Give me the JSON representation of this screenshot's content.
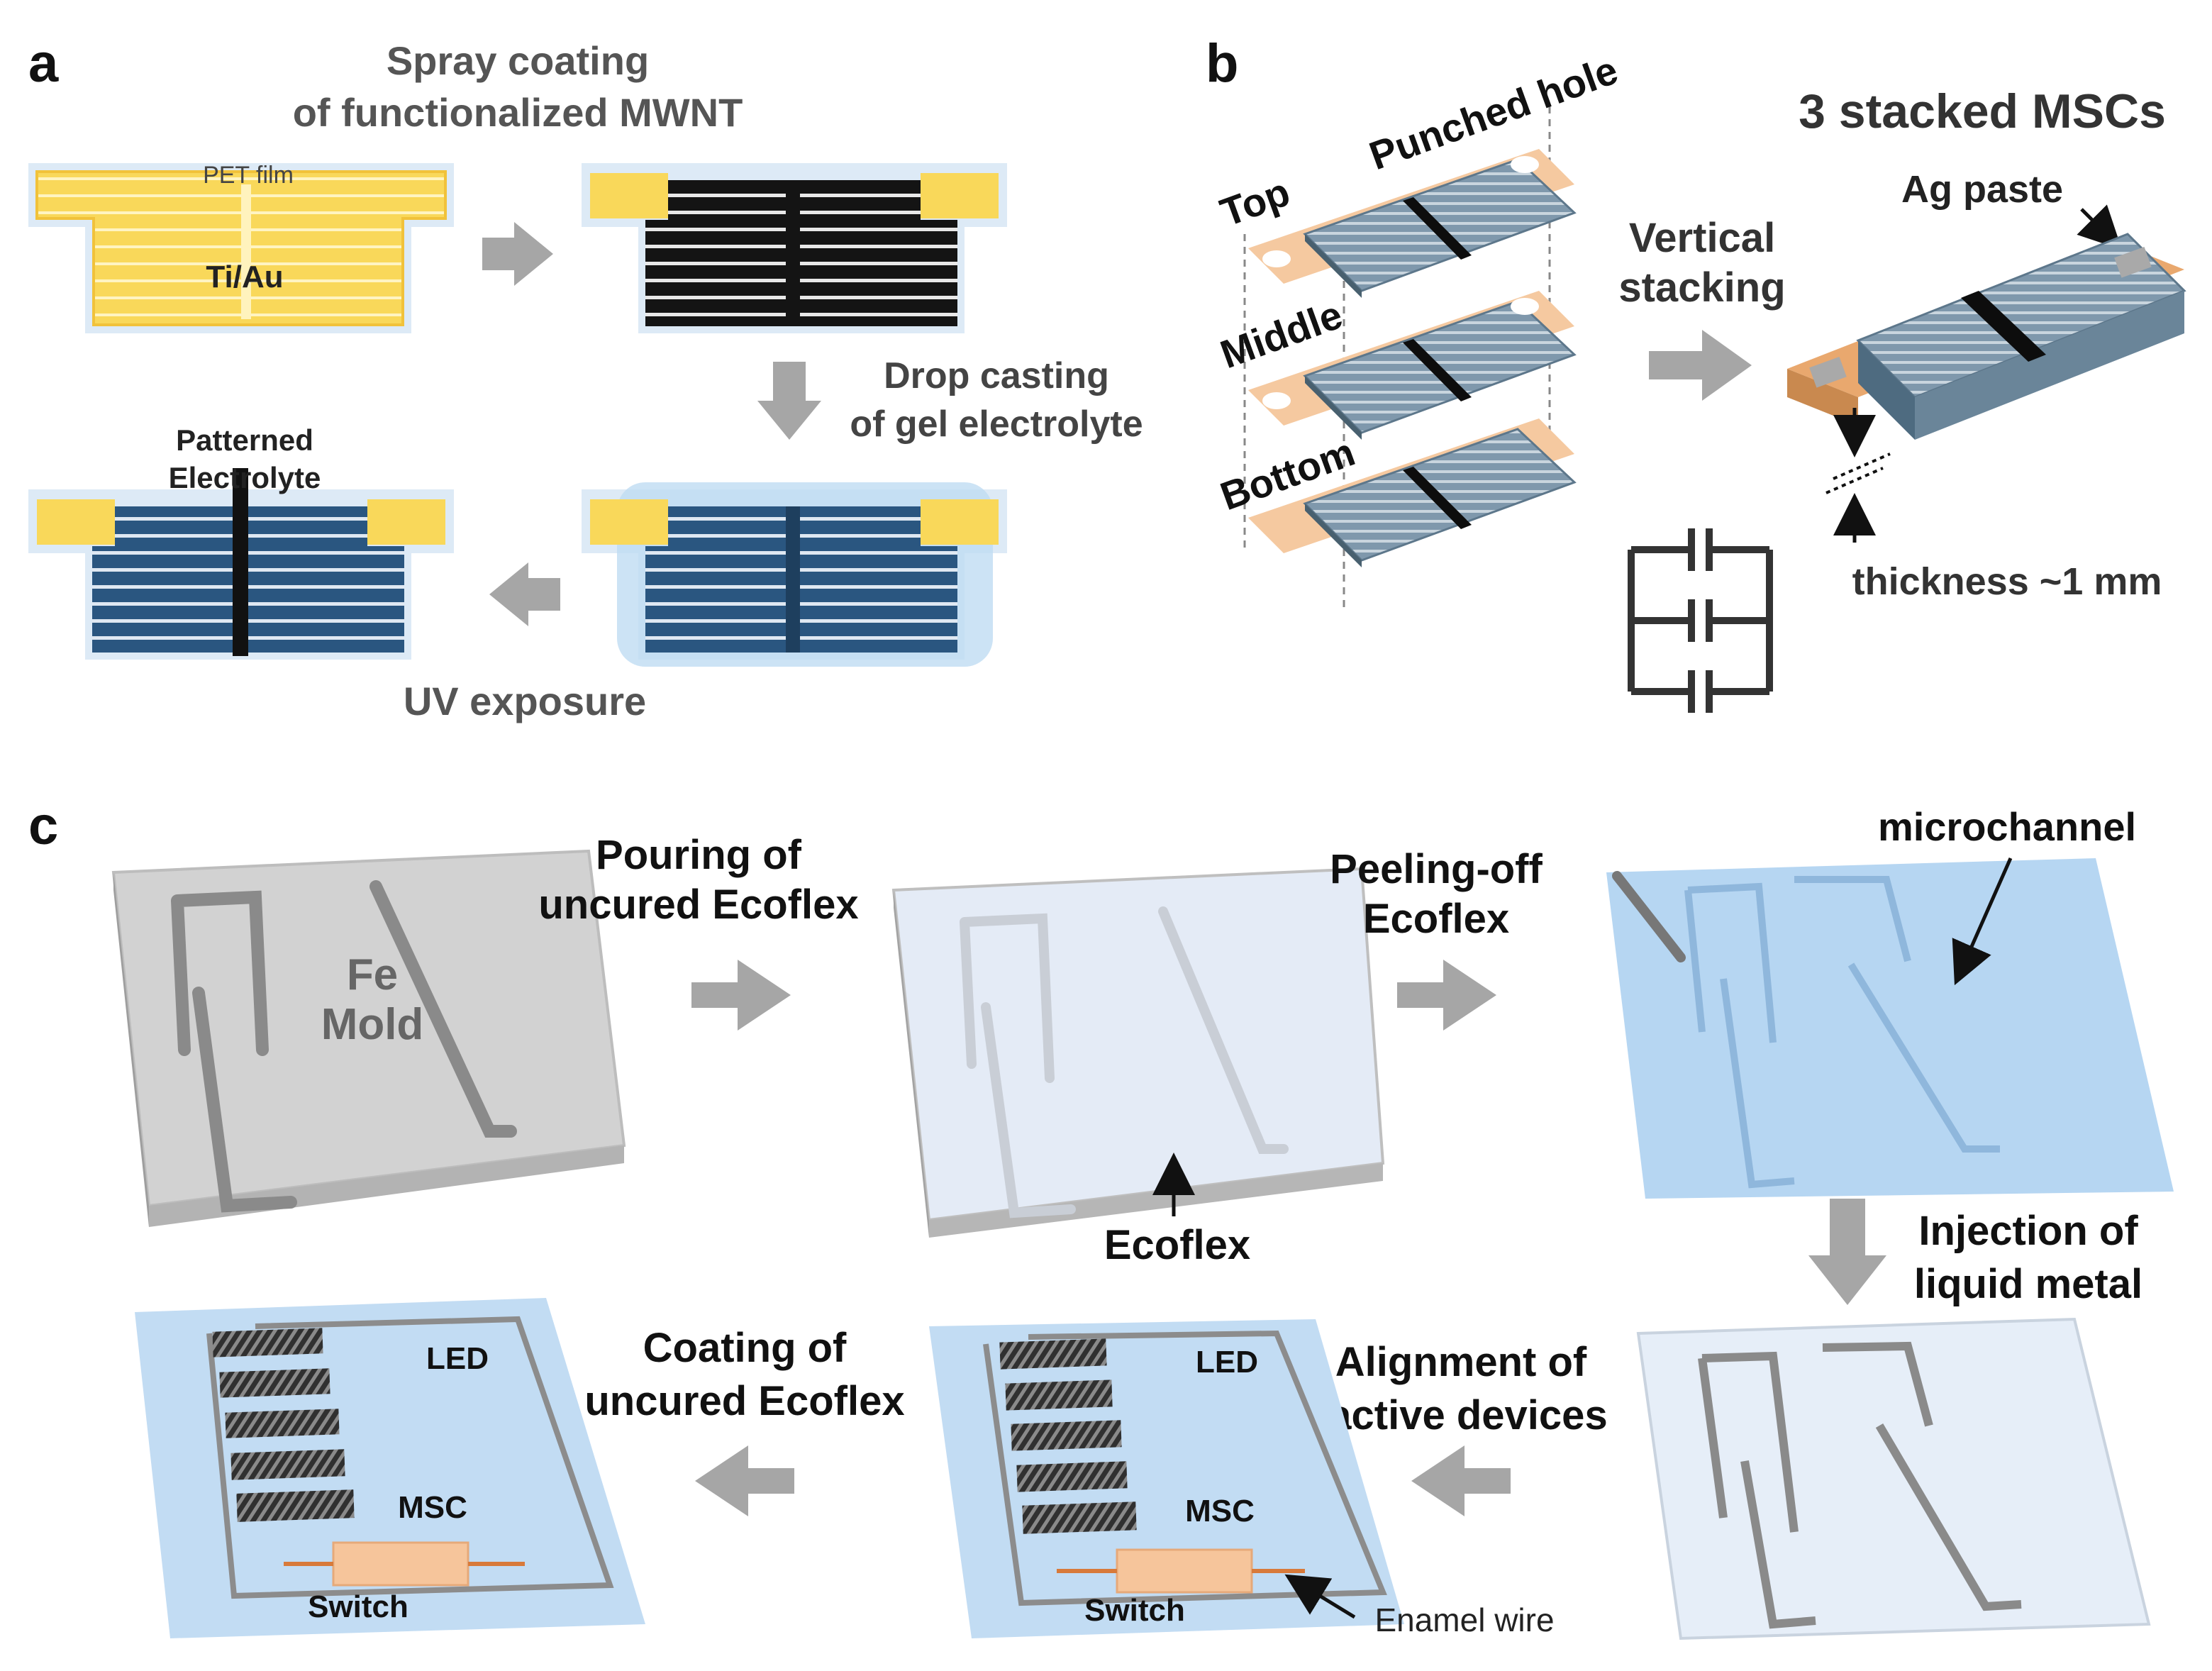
{
  "panels": {
    "a": {
      "letter": "a",
      "step1_line1": "Spray coating",
      "step1_line2": "of  functionalized MWNT",
      "pet_label": "PET film",
      "metal_label": "Ti/Au",
      "step2_line1": "Drop casting",
      "step2_line2": "of gel electrolyte",
      "patterned_line1": "Patterned",
      "patterned_line2": "Electrolyte",
      "step3": "UV exposure"
    },
    "b": {
      "letter": "b",
      "punched": "Punched hole",
      "top": "Top",
      "middle": "Middle",
      "bottom": "Bottom",
      "vertical_line1": "Vertical",
      "vertical_line2": "stacking",
      "title": "3 stacked MSCs",
      "ag": "Ag paste",
      "thickness": "thickness ~1 mm"
    },
    "c": {
      "letter": "c",
      "fe": "Fe",
      "mold": "Mold",
      "pour_line1": "Pouring of",
      "pour_line2": "uncured Ecoflex",
      "ecoflex": "Ecoflex",
      "peel_line1": "Peeling-off",
      "peel_line2": "Ecoflex",
      "microchannel": "microchannel",
      "inject_line1": "Injection of",
      "inject_line2": "liquid metal",
      "align_line1": "Alignment of",
      "align_line2": "active devices",
      "coat_line1": "Coating of",
      "coat_line2": "uncured Ecoflex",
      "led": "LED",
      "msc": "MSC",
      "switch": "Switch",
      "enamel": "Enamel wire"
    }
  },
  "colors": {
    "gold": "#f9d85a",
    "gold_outline": "#f3c43b",
    "black_electrode": "#161616",
    "electrolyte_blue": "#2f5c86",
    "ecoflex_light": "#e3ecf9",
    "sheet_blue": "#b8d7f3",
    "mold_gray": "#c9c9c9",
    "arrow_gray": "#a6a6a6",
    "copper": "#f5b88f",
    "label_gray": "#4d4d4d"
  }
}
